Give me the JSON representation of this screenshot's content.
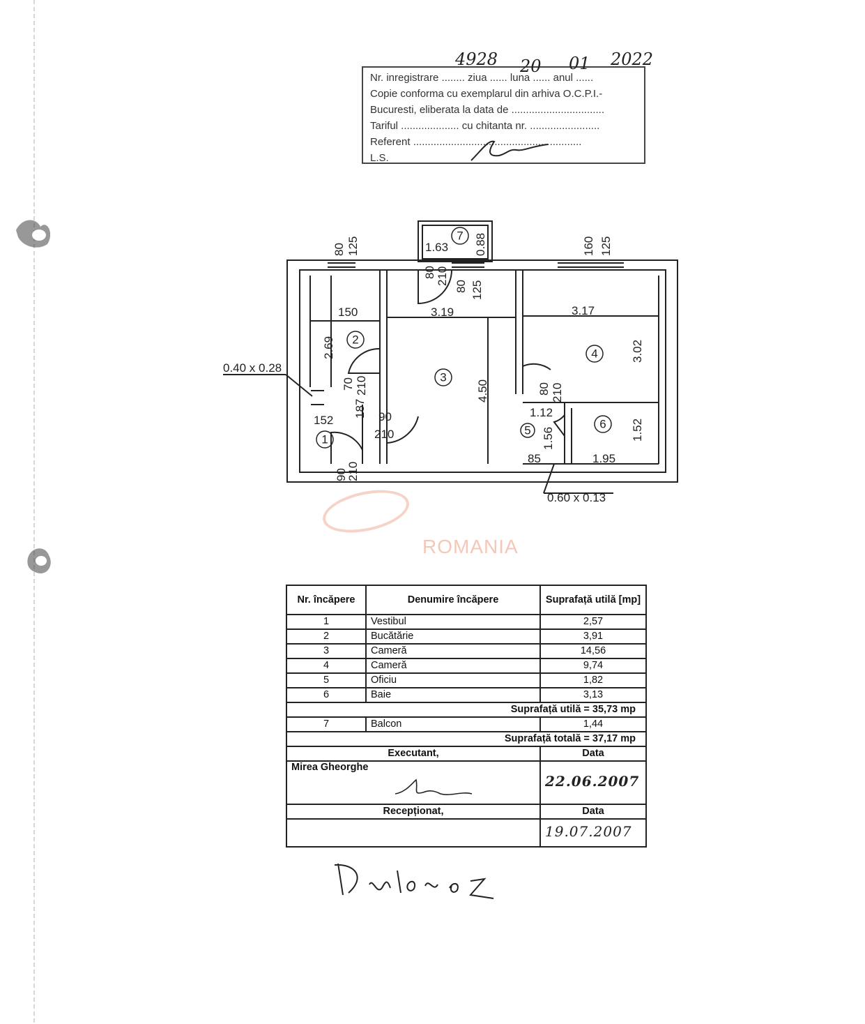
{
  "stamp": {
    "line1": "Nr. inregistrare ........ ziua ...... luna ...... anul ......",
    "line2": "Copie conforma cu exemplarul din arhiva O.C.P.I.-",
    "line3": "Bucuresti, eliberata la data de ................................",
    "line4": "Tariful .................... cu chitanta nr. ........................",
    "line5": "Referent ..........................................................",
    "line6": "L.S.",
    "hw_nr": "4928",
    "hw_ziua": "20",
    "hw_luna": "01",
    "hw_anul": "2022"
  },
  "plan": {
    "rooms": [
      "1",
      "2",
      "3",
      "4",
      "5",
      "6",
      "7"
    ],
    "dims": {
      "d80a": "80",
      "d125a": "125",
      "d163": "1.63",
      "d088": "0.88",
      "d80b": "80",
      "d210b": "210",
      "d80c": "80",
      "d125c": "125",
      "d160": "160",
      "d125d": "125",
      "d150": "150",
      "d319": "3.19",
      "d317": "3.17",
      "d269": "2.69",
      "d302": "3.02",
      "d450": "4.50",
      "d70": "70",
      "d210e": "210",
      "d80f": "80",
      "d210f": "210",
      "d112": "1.12",
      "d152a": "152",
      "d187": "187",
      "d90a": "90",
      "d210g": "210",
      "d156": "1.56",
      "d152b": "1.52",
      "d85": "85",
      "d195": "1.95",
      "d90b": "90",
      "d210h": "210",
      "vent1": "0.40 x 0.28",
      "vent2": "0.60 x 0.13"
    },
    "watermark": "ROMANIA"
  },
  "table": {
    "headers": [
      "Nr. încăpere",
      "Denumire încăpere",
      "Suprafață utilă [mp]"
    ],
    "rows": [
      {
        "nr": "1",
        "name": "Vestibul",
        "area": "2,57"
      },
      {
        "nr": "2",
        "name": "Bucătărie",
        "area": "3,91"
      },
      {
        "nr": "3",
        "name": "Cameră",
        "area": "14,56"
      },
      {
        "nr": "4",
        "name": "Cameră",
        "area": "9,74"
      },
      {
        "nr": "5",
        "name": "Oficiu",
        "area": "1,82"
      },
      {
        "nr": "6",
        "name": "Baie",
        "area": "3,13"
      }
    ],
    "subtotal": "Suprafață utilă = 35,73 mp",
    "balcony": {
      "nr": "7",
      "name": "Balcon",
      "area": "1,44"
    },
    "total": "Suprafață totală = 37,17 mp",
    "executant_label": "Executant,",
    "date_label": "Data",
    "executant_name": "Mirea Gheorghe",
    "executant_date": "22.06.2007",
    "receptionat_label": "Recepționat,",
    "date_label2": "Data",
    "receptionat_date": "19.07.2007"
  }
}
